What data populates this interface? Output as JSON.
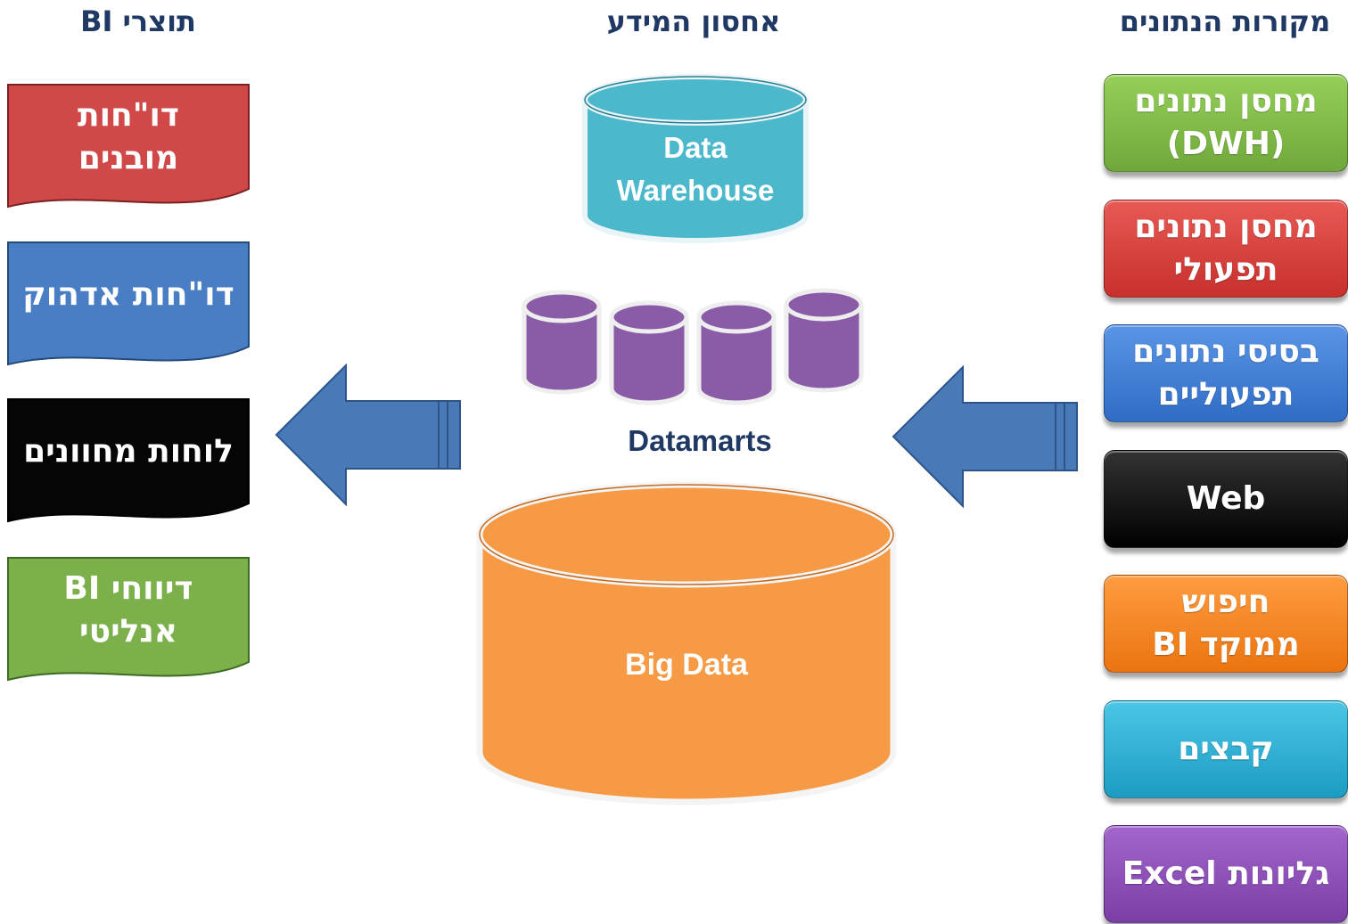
{
  "headers": {
    "sources": "מקורות הנתונים",
    "storage": "אחסון המידע",
    "products": "תוצרי BI"
  },
  "sources": [
    {
      "label": "מחסן נתונים\n(DWH)",
      "color": "#7cb342"
    },
    {
      "label": "מחסן נתונים\nתפעולי",
      "color": "#d9403a"
    },
    {
      "label": "בסיסי נתונים\nתפעוליים",
      "color": "#3a7bd5"
    },
    {
      "label": "Web",
      "color": "#050505"
    },
    {
      "label": "חיפוש\nממוקד BI",
      "color": "#f5821f"
    },
    {
      "label": "קבצים",
      "color": "#2bb0d5"
    },
    {
      "label": "גליונות Excel",
      "color": "#8e4fb6"
    }
  ],
  "storage": {
    "data_warehouse": "Data\nWarehouse",
    "datamarts": "Datamarts",
    "big_data": "Big Data"
  },
  "products": [
    {
      "label": "דו\"חות\nמובנים",
      "color": "#d04848"
    },
    {
      "label": "דו\"חות אדהוק",
      "color": "#4a7ec4"
    },
    {
      "label": "לוחות מחוונים",
      "color": "#050505"
    },
    {
      "label": "דיווחי BI\nאנליטי",
      "color": "#7bb04a"
    }
  ],
  "colors": {
    "warehouse": "#4bb8cc",
    "datamart": "#8a5ca8",
    "bigdata": "#f79a46",
    "arrow": "#4a79b8",
    "header_text": "#1f3864"
  }
}
